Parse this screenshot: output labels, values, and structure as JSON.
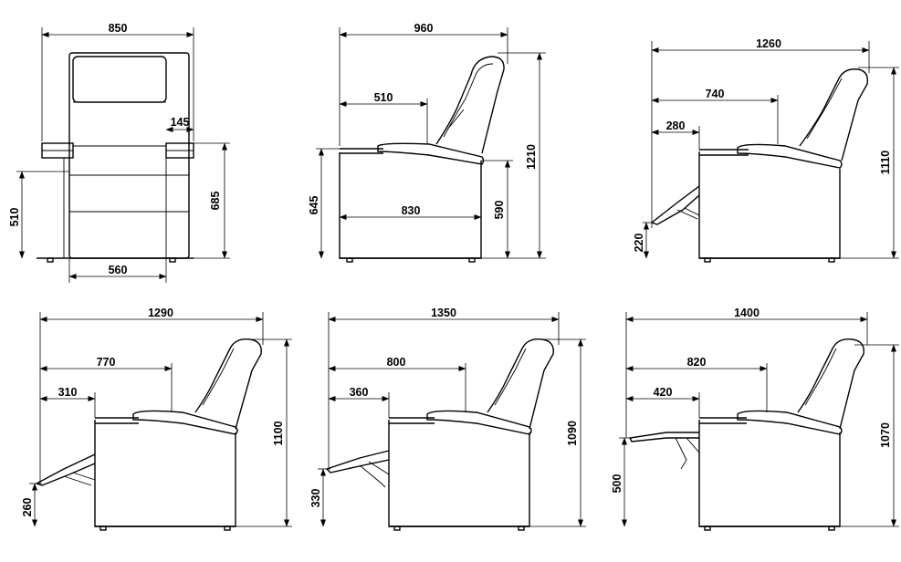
{
  "views": {
    "front": {
      "width": "850",
      "arm": "145",
      "height": "685",
      "arm_height": "510",
      "seat_width": "560"
    },
    "side_upright": {
      "depth": "960",
      "seat_depth": "510",
      "height": "1210",
      "arm_height": "645",
      "seat_height": "590",
      "base_depth": "830"
    },
    "recline_1": {
      "depth": "1260",
      "back": "740",
      "foot": "280",
      "height": "1110",
      "foot_height": "220"
    },
    "recline_2": {
      "depth": "1290",
      "back": "770",
      "foot": "310",
      "height": "1100",
      "foot_height": "260"
    },
    "recline_3": {
      "depth": "1350",
      "back": "800",
      "foot": "360",
      "height": "1090",
      "foot_height": "330"
    },
    "recline_4": {
      "depth": "1400",
      "back": "820",
      "foot": "420",
      "height": "1070",
      "foot_height": "500"
    }
  }
}
